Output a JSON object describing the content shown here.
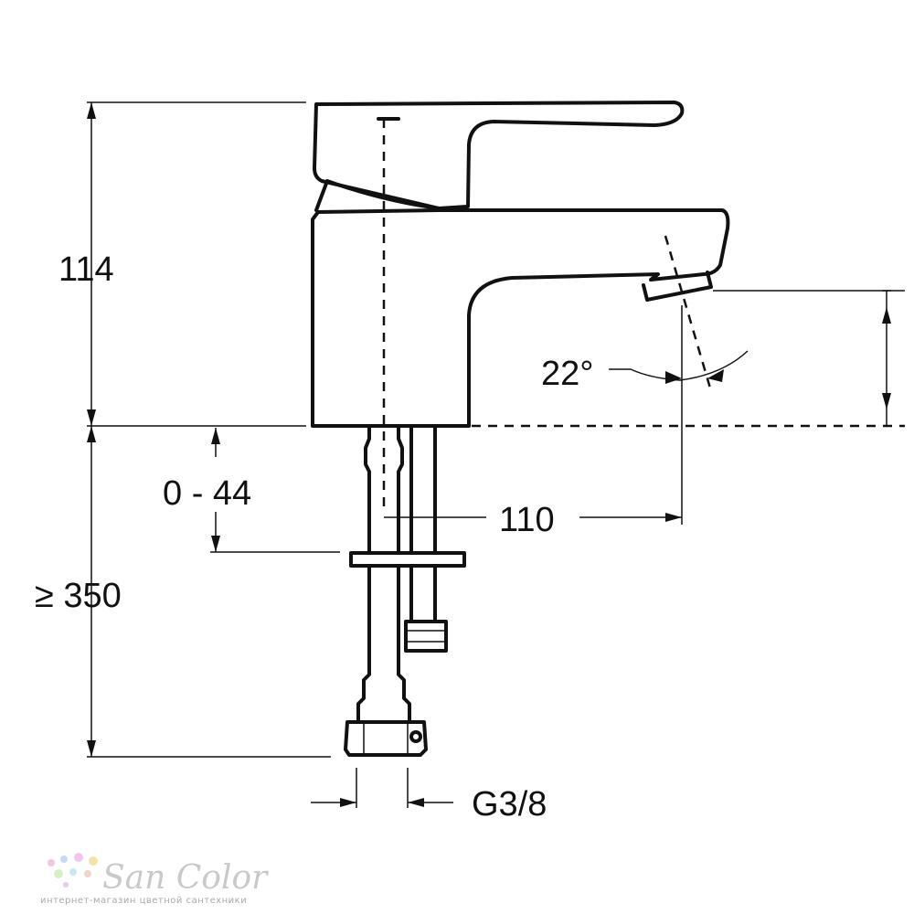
{
  "dimensions": {
    "height": "114",
    "angle": "22°",
    "adjust_range": "0 - 44",
    "reach": "110",
    "hose_length": "≥ 350",
    "thread": "G3/8"
  },
  "watermark": {
    "brand": "San Color",
    "tagline": "интернет-магазин цветной сантехники"
  },
  "colors": {
    "line": "#111111",
    "background": "#ffffff",
    "watermark": "#c9c9c9"
  }
}
